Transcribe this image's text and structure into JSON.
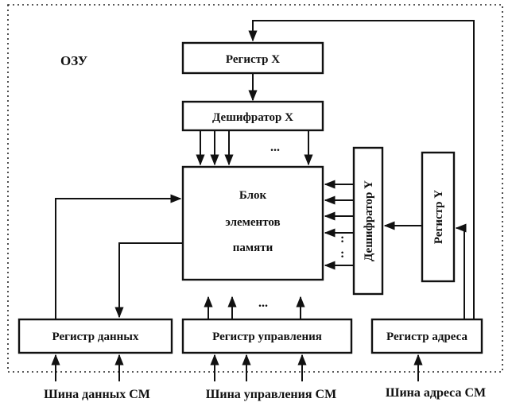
{
  "diagram": {
    "title": "ОЗУ",
    "blocks": {
      "register_x": "Регистр X",
      "decoder_x": "Дешифратор X",
      "memory_block": [
        "Блок",
        "элементов",
        "памяти"
      ],
      "decoder_y": "Дешифратор Y",
      "register_y": "Регистр Y",
      "data_register": "Регистр данных",
      "control_register": "Регистр управления",
      "address_register": "Регистр адреса"
    },
    "buses": {
      "data_bus": "Шина данных СМ",
      "control_bus": "Шина управления СМ",
      "address_bus": "Шина адреса СМ"
    },
    "ellipsis": "...",
    "vertical_dots": ":"
  }
}
